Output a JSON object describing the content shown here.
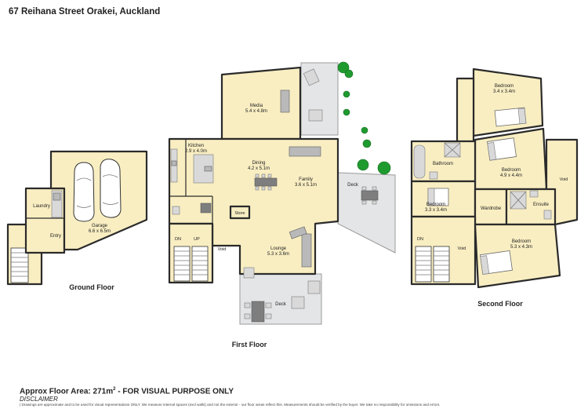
{
  "header": {
    "title": "67 Reihana Street Orakei, Auckland"
  },
  "floors": {
    "ground": "Ground Floor",
    "first": "First  Floor",
    "second": "Second Floor"
  },
  "rooms": {
    "laundry": "Laundry",
    "entry": "Entry",
    "garage": "Garage",
    "garage_size": "6.6 x 6.5m",
    "up": "UP",
    "dn": "DN",
    "media": "Media",
    "media_size": "5.4 x 4.8m",
    "kitchen": "Kitchen",
    "kitchen_size": "2.9 x 4.0m",
    "dining": "Dining",
    "dining_size": "4.2 x 5.1m",
    "family": "Family",
    "family_size": "3.6 x 5.1m",
    "store": "Store",
    "void": "Void",
    "lounge": "Lounge",
    "lounge_size": "5.3 x 3.6m",
    "deck": "Deck",
    "bedroom": "Bedroom",
    "bed1_size": "3.4 x 3.4m",
    "bed2_size": "4.9 x 4.4m",
    "bed3_size": "3.3 x 3.4m",
    "bed4_size": "5.3 x 4.3m",
    "bathroom": "Bathroom",
    "wardrobe": "Wardrobe",
    "ensuite": "Ensuite"
  },
  "footer": {
    "area_prefix": "Approx Floor Area: 271m",
    "area_sup": "2",
    "area_suffix": " - FOR VISUAL PURPOSE ONLY",
    "disclaimer_title": "DISCLAIMER",
    "disclaimer_text": "| Drawings are approximate and to be used for visual representations ONLY. We measure internal spaces (excl walls) and not the exterior - our floor areas reflect this. Measurements should be verified by the buyer. We take no responsibility for omissions and errors."
  }
}
